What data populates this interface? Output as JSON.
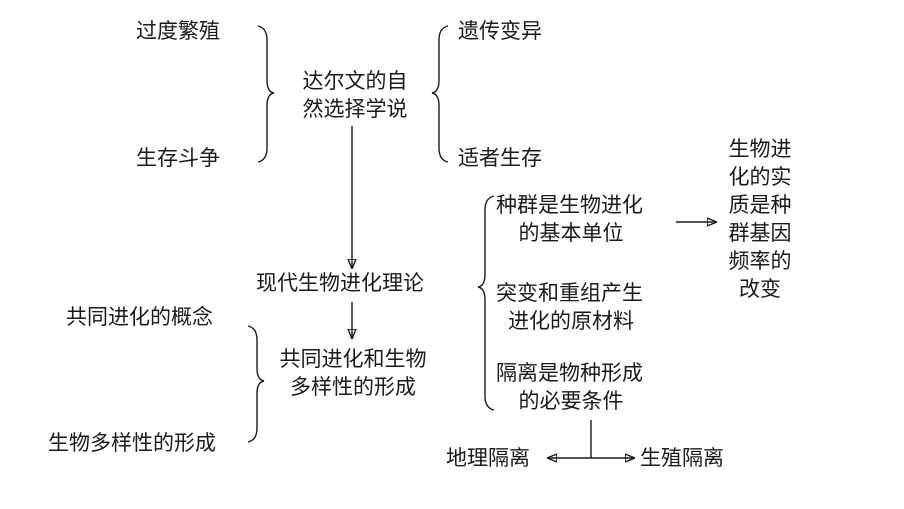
{
  "darwin": {
    "left_top": "过度繁殖",
    "left_bottom": "生存斗争",
    "center_line1": "达尔文的自",
    "center_line2": "然选择学说",
    "right_top": "遗传变异",
    "right_bottom": "适者生存"
  },
  "modern": {
    "title": "现代生物进化理论",
    "points": [
      {
        "line1": "种群是生物进化",
        "line2": "的基本单位"
      },
      {
        "line1": "突变和重组产生",
        "line2": "进化的原材料"
      },
      {
        "line1": "隔离是物种形成",
        "line2": "的必要条件"
      }
    ],
    "essence": [
      "生物进",
      "化的实",
      "质是种",
      "群基因",
      "频率的",
      "改变"
    ],
    "isolation_left": "地理隔离",
    "isolation_right": "生殖隔离"
  },
  "coevolution": {
    "left_top": "共同进化的概念",
    "left_bottom": "生物多样性的形成",
    "center_line1": "共同进化和生物",
    "center_line2": "多样性的形成"
  }
}
